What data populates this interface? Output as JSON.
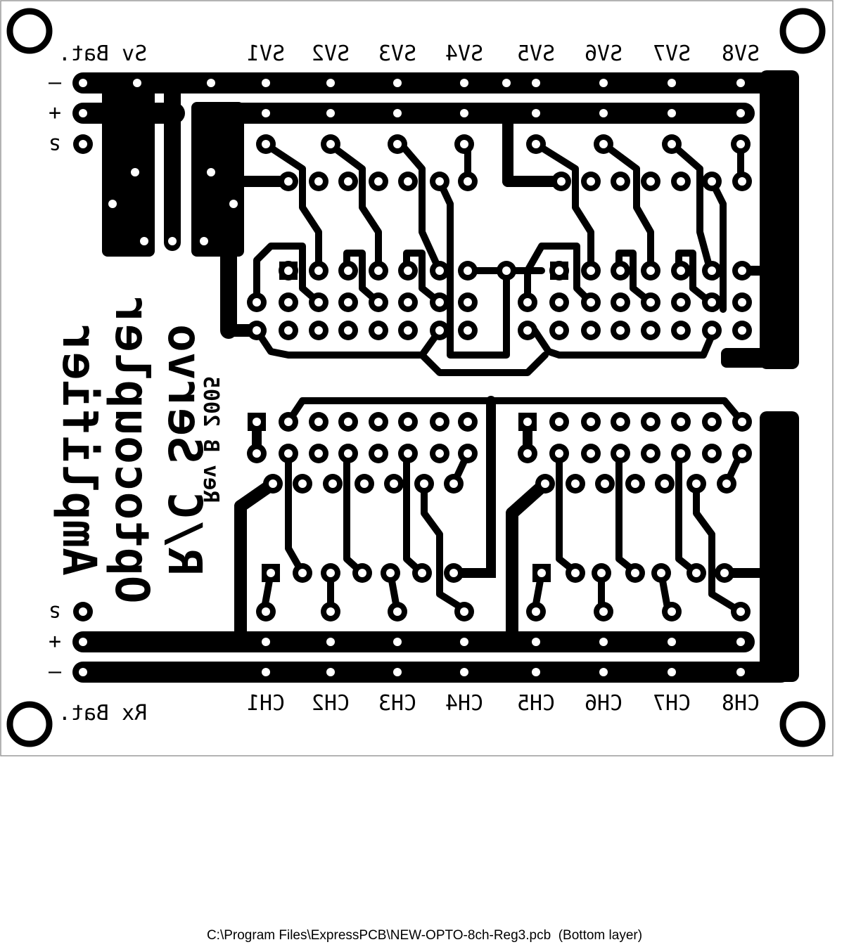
{
  "labels": {
    "sv_bat": "Sv Bat.",
    "rx_bat": "Rx Bat.",
    "minus": "–",
    "plus": "+",
    "signal": "s",
    "title_lines": [
      "R/C Servo",
      "Optocoupler",
      "Amplifier"
    ],
    "revision": "Rev B 2005"
  },
  "servo_outputs": [
    "SV1",
    "SV2",
    "SV3",
    "SV4",
    "SV5",
    "SV6",
    "SV7",
    "SV8"
  ],
  "rx_inputs": [
    "CH1",
    "CH2",
    "CH3",
    "CH4",
    "CH5",
    "CH6",
    "CH7",
    "CH8"
  ],
  "footer": {
    "file_path": "C:\\Program Files\\ExpressPCB\\NEW-OPTO-8ch-Reg3.pcb",
    "layer": "(Bottom layer)"
  },
  "colors": {
    "copper": "#000000",
    "board": "#ffffff",
    "outline": "#9a9a9a"
  }
}
